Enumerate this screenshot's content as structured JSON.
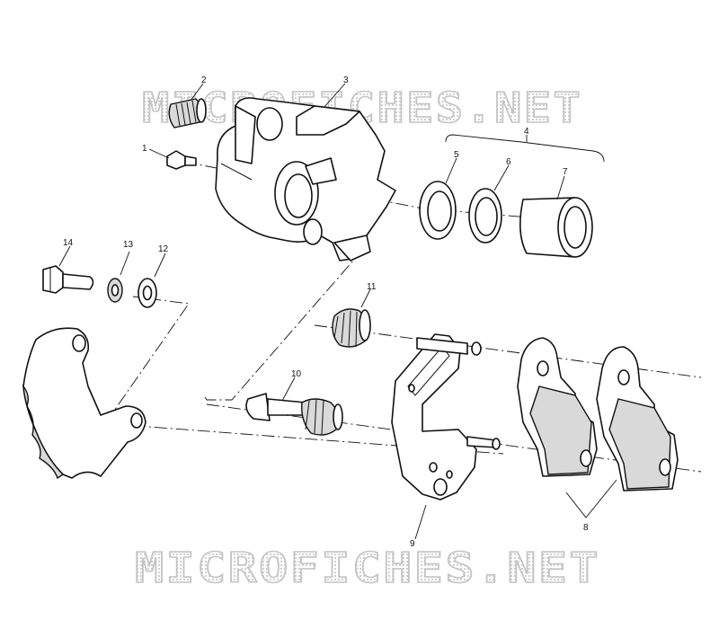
{
  "watermark": {
    "text": "MICROFICHES.NET"
  },
  "callouts": [
    "1",
    "2",
    "3",
    "4",
    "5",
    "6",
    "7",
    "8",
    "9",
    "10",
    "11",
    "12",
    "13",
    "14"
  ]
}
